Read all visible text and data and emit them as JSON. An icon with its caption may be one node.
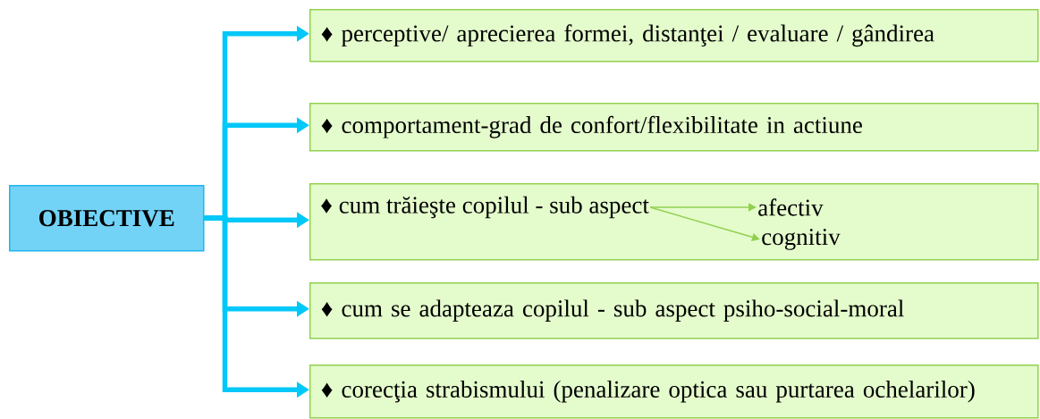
{
  "diagram": {
    "nodes": [
      {
        "text": [
          "OBIECTIVE"
        ]
      },
      {
        "text": [
          "♦ perceptive/ aprecierea formei, distanţei / evaluare / gândirea"
        ]
      },
      {
        "text": [
          "♦ comportament-grad de confort/flexibilitate in actiune"
        ]
      },
      {
        "text": [],
        "shape": "box"
      },
      {
        "text": [
          "♦ cum trăieşte copilul - sub aspect"
        ],
        "in": 3
      },
      {
        "text": [
          "afectiv"
        ],
        "in": 3
      },
      {
        "text": [
          "cognitiv"
        ],
        "in": 3
      },
      {
        "text": [
          "♦ cum se adapteaza copilul - sub aspect psiho-social-moral"
        ]
      },
      {
        "text": [
          "♦ corecţia strabismului (penalizare optica sau purtarea ochelarilor)"
        ]
      }
    ],
    "edges": [
      {
        "from": 0,
        "to": 1,
        "arrow": "to"
      },
      {
        "from": 0,
        "to": 2,
        "arrow": "to"
      },
      {
        "from": 0,
        "to": 3,
        "arrow": "to"
      },
      {
        "from": 0,
        "to": 7,
        "arrow": "to"
      },
      {
        "from": 0,
        "to": 8,
        "arrow": "to"
      },
      {
        "from": 4,
        "to": 5,
        "arrow": "to",
        "color": "#92d050"
      },
      {
        "from": 4,
        "to": 6,
        "arrow": "to",
        "color": "#92d050"
      }
    ]
  }
}
